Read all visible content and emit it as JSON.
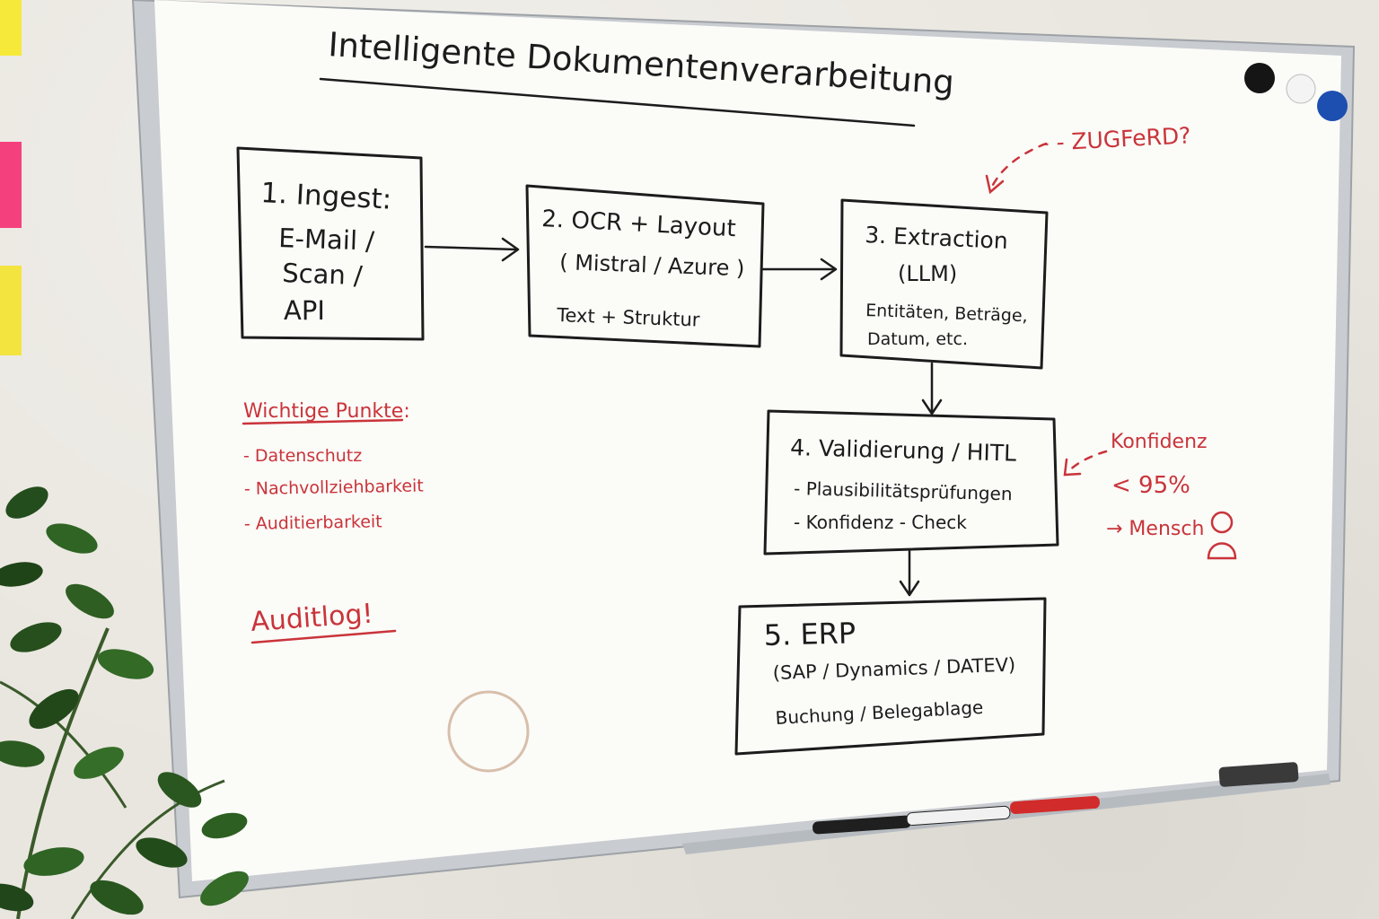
{
  "title": "Intelligente Dokumentenverarbeitung",
  "steps": [
    {
      "lines": [
        "1. Ingest:",
        "E-Mail /",
        "Scan /",
        "API"
      ]
    },
    {
      "lines": [
        "2. OCR + Layout",
        "( Mistral / Azure )",
        "Text + Struktur"
      ]
    },
    {
      "lines": [
        "3. Extraction",
        "(LLM)",
        "Entitäten, Beträge,",
        "Datum, etc."
      ]
    },
    {
      "lines": [
        "4. Validierung / HITL",
        "- Plausibilitätsprüfungen",
        "- Konfidenz - Check"
      ]
    },
    {
      "lines": [
        "5. ERP",
        "(SAP / Dynamics / DATEV)",
        "Buchung / Belegablage"
      ]
    }
  ],
  "notes": {
    "zugferd": "- - ZUGFeRD?",
    "important_heading": "Wichtige Punkte:",
    "important_items": [
      "- Datenschutz",
      "- Nachvollziehbarkeit",
      "- Auditierbarkeit"
    ],
    "auditlog": "Auditlog!",
    "confidence_line1": "Konfidenz",
    "confidence_line2": "< 95%",
    "confidence_line3": "→ Mensch"
  },
  "colors": {
    "ink_black": "#1c1c1c",
    "ink_red": "#c9343a",
    "board": "#fbfbf8",
    "frame": "#c9ccd0",
    "wall": "#e9e6df"
  }
}
